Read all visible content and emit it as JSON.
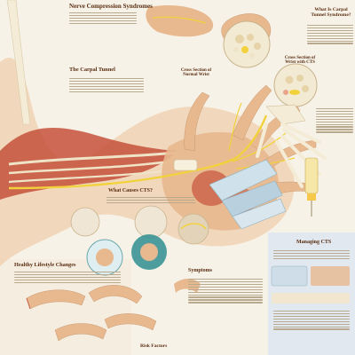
{
  "headings": {
    "nerve_compression": "Nerve Compression Syndromes",
    "what_is_cts": "What Is Carpal Tunnel Syndrome?",
    "carpal_tunnel": "The Carpal Tunnel",
    "cross_section_normal": "Cross Section of Normal Wrist",
    "cross_section_cts": "Cross Section of Wrist with CTS",
    "what_causes": "What Causes CTS?",
    "healthy_lifestyle": "Healthy Lifestyle Changes",
    "symptoms": "Symptoms",
    "managing": "Managing CTS",
    "risk_factors": "Risk Factors"
  },
  "colors": {
    "heading": "#5a2e12",
    "skin": "#e9b98f",
    "muscle": "#c8503a",
    "tendon": "#efe2c6",
    "nerve": "#f2d23c",
    "bone": "#f4ecd6",
    "background": "#f6f1e6",
    "panel_blue": "#dfe7ee",
    "icon_teal": "#2f8e92"
  }
}
